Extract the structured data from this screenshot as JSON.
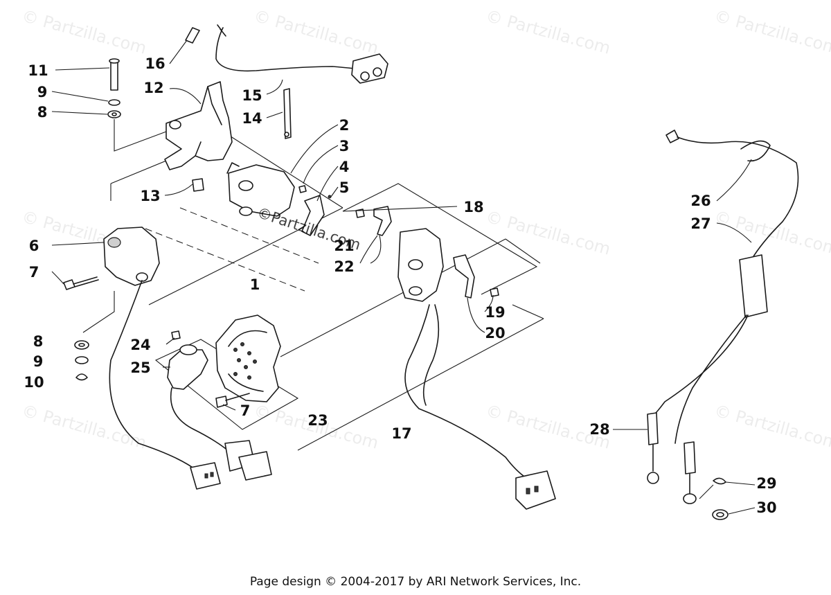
{
  "watermark": {
    "text": "© Partzilla.com",
    "inline_text": "©Partzilla.com"
  },
  "callouts": [
    "1",
    "2",
    "3",
    "4",
    "5",
    "6",
    "7",
    "7",
    "8",
    "8",
    "9",
    "9",
    "10",
    "11",
    "12",
    "13",
    "14",
    "15",
    "16",
    "17",
    "18",
    "19",
    "20",
    "21",
    "22",
    "23",
    "24",
    "25",
    "26",
    "27",
    "28",
    "29",
    "30"
  ],
  "footer": {
    "text": "Page design © 2004-2017 by ARI Network Services, Inc."
  }
}
